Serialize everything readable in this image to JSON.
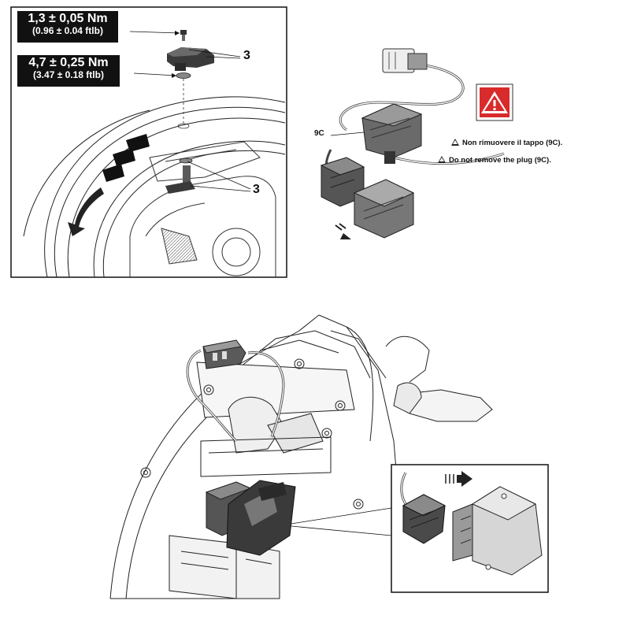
{
  "torque_1": {
    "value": "1,3 ± 0,05 Nm",
    "imperial": "(0.96 ± 0.04 ftlb)"
  },
  "torque_2": {
    "value": "4,7 ± 0,25 Nm",
    "imperial": "(3.47 ± 0.18 ftlb)"
  },
  "callouts": {
    "part_number": "3",
    "plug_label": "9C"
  },
  "warning": {
    "note_it": "Non rimuovere il tappo (9C).",
    "note_en": "Do not remove the plug (9C).",
    "icon": "warning-triangle-icon",
    "color": "#d92b2b"
  }
}
